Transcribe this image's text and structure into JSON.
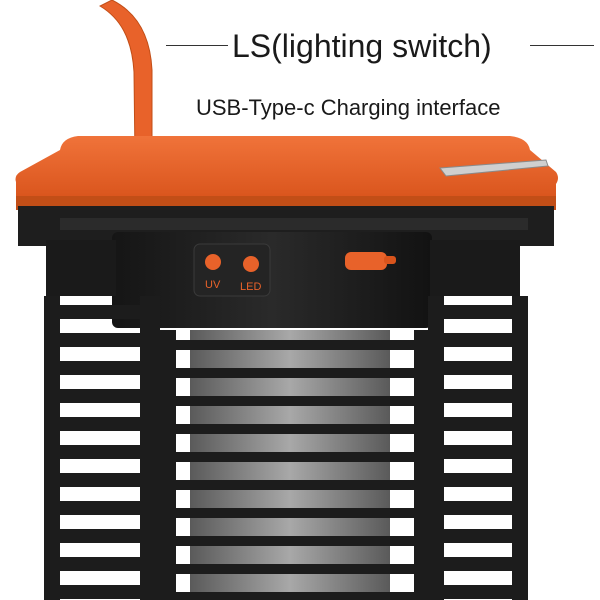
{
  "callouts": {
    "lighting_switch": "LS(lighting switch)",
    "charging_interface": "USB-Type-c Charging interface"
  },
  "buttons": {
    "uv_label": "UV",
    "led_label": "LED"
  },
  "colors": {
    "accent_orange": "#e8622a",
    "body_black": "#1c1c1c",
    "text_dark": "#1a1a1a"
  },
  "icons": [
    "handle-icon",
    "uv-button-icon",
    "led-button-icon",
    "usb-c-port-cover-icon"
  ]
}
